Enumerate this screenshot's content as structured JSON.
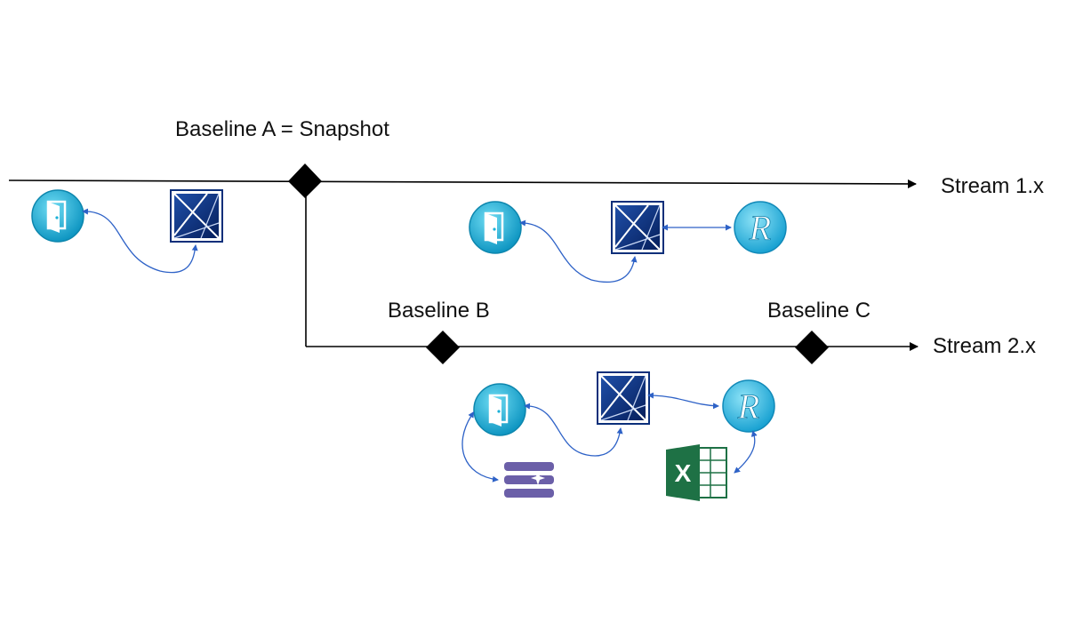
{
  "labels": {
    "baseline_a": "Baseline A = Snapshot",
    "baseline_b": "Baseline B",
    "baseline_c": "Baseline C",
    "stream_1": "Stream 1.x",
    "stream_2": "Stream 2.x"
  },
  "icons": {
    "door": "door-icon",
    "modeler": "modeler-icon",
    "r": "r-language-icon",
    "excel": "excel-icon",
    "database": "database-icon"
  },
  "glyphs": {
    "r_letter": "R",
    "excel_letter": "X"
  },
  "colors": {
    "line": "#000000",
    "connector": "#2e62c7",
    "door": "#1ab0d8",
    "modeler": "#0b2f7a",
    "r": "#2ab6e0",
    "excel": "#1e7145",
    "database": "#6b5fa8"
  }
}
